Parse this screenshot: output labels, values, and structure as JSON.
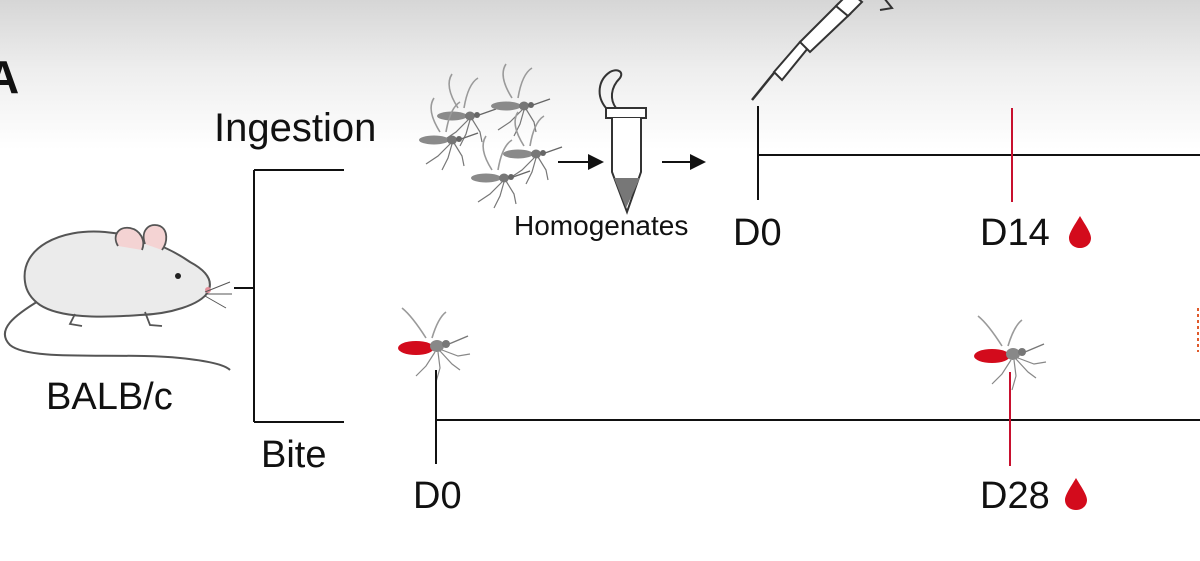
{
  "figure": {
    "panel_letter": "A",
    "mouse_label": "BALB/c",
    "route_top_label": "Ingestion",
    "route_bottom_label": "Bite",
    "process_label": "Homogenates",
    "top_timeline": {
      "start_label": "D0",
      "sample_label": "D14"
    },
    "bottom_timeline": {
      "start_label": "D0",
      "sample_label": "D28"
    }
  },
  "icons": [
    "mouse-icon",
    "mosquito-swarm-icon",
    "arrow-right-icon",
    "microtube-icon",
    "pipette-icon",
    "blood-drop-icon",
    "blood-fed-mosquito-icon"
  ],
  "colors": {
    "line": "#111111",
    "marker": "#c8102e",
    "blood": "#d30b1c",
    "mosquito": "#8a8a8a"
  }
}
